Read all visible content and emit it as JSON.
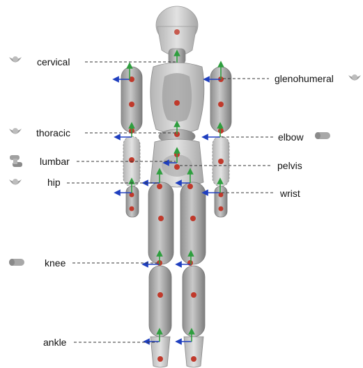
{
  "joints_left": [
    {
      "key": "cervical",
      "label": "cervical",
      "icon": "ball-socket-icon"
    },
    {
      "key": "thoracic",
      "label": "thoracic",
      "icon": "ball-socket-icon"
    },
    {
      "key": "lumbar",
      "label": "lumbar",
      "icon": "universal-joint-icon"
    },
    {
      "key": "hip",
      "label": "hip",
      "icon": "ball-socket-icon"
    },
    {
      "key": "knee",
      "label": "knee",
      "icon": "hinge-icon"
    },
    {
      "key": "ankle",
      "label": "ankle",
      "icon": ""
    }
  ],
  "joints_right": [
    {
      "key": "glenohumeral",
      "label": "glenohumeral",
      "icon": "ball-socket-icon"
    },
    {
      "key": "elbow",
      "label": "elbow",
      "icon": "hinge-icon"
    },
    {
      "key": "pelvis",
      "label": "pelvis",
      "icon": ""
    },
    {
      "key": "wrist",
      "label": "wrist",
      "icon": ""
    }
  ],
  "colors": {
    "body_fill": "#bdbdbd",
    "body_dark": "#8a8a8a",
    "joint_marker": "#c0392b",
    "axis_x": "#1f3fbf",
    "axis_y": "#2e9e3e",
    "leader": "#333333",
    "icon": "#9a9a9a"
  }
}
